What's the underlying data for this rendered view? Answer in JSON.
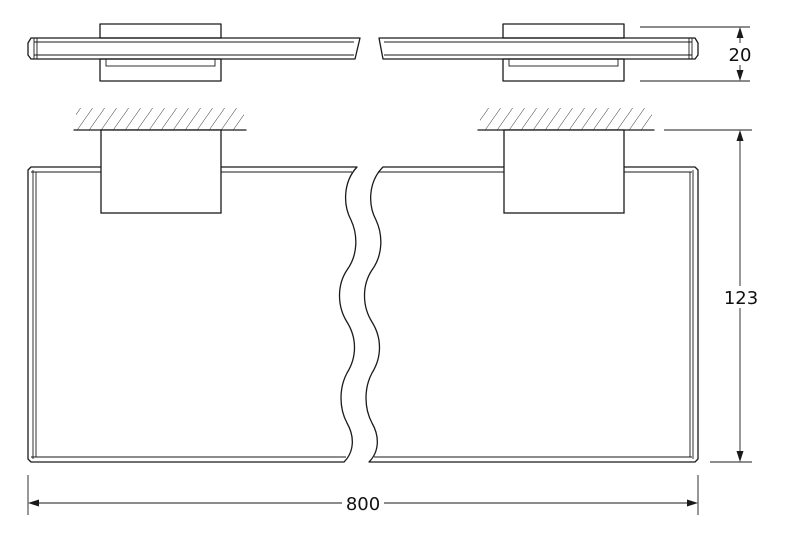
{
  "dimensions": {
    "length": "800",
    "height": "123",
    "depth": "20"
  }
}
